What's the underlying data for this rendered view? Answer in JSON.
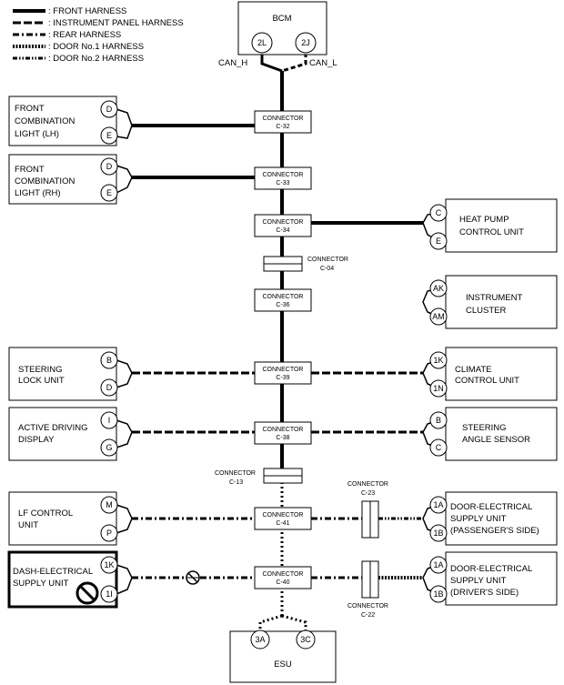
{
  "legend": [
    {
      "style": "front",
      "label": ": FRONT HARNESS"
    },
    {
      "style": "instrument",
      "label": ": INSTRUMENT PANEL HARNESS"
    },
    {
      "style": "rear",
      "label": ": REAR HARNESS"
    },
    {
      "style": "door1",
      "label": ": DOOR No.1 HARNESS"
    },
    {
      "style": "door2",
      "label": ": DOOR No.2 HARNESS"
    }
  ],
  "bcm": {
    "label": "BCM",
    "pin_h": "2L",
    "pin_l": "2J",
    "can_h": "CAN_H",
    "can_l": "CAN_L"
  },
  "esu": {
    "label": "ESU",
    "pin_a": "3A",
    "pin_b": "3C"
  },
  "connectors": [
    {
      "l1": "CONNECTOR",
      "l2": "C-32"
    },
    {
      "l1": "CONNECTOR",
      "l2": "C-33"
    },
    {
      "l1": "CONNECTOR",
      "l2": "C-34"
    },
    {
      "l1": "CONNECTOR",
      "l2": "C-04"
    },
    {
      "l1": "CONNECTOR",
      "l2": "C-36"
    },
    {
      "l1": "CONNECTOR",
      "l2": "C-39"
    },
    {
      "l1": "CONNECTOR",
      "l2": "C-38"
    },
    {
      "l1": "CONNECTOR",
      "l2": "C-13"
    },
    {
      "l1": "CONNECTOR",
      "l2": "C-41"
    },
    {
      "l1": "CONNECTOR",
      "l2": "C-40"
    },
    {
      "l1": "CONNECTOR",
      "l2": "C-23"
    },
    {
      "l1": "CONNECTOR",
      "l2": "C-22"
    }
  ],
  "left_units": [
    {
      "lines": [
        "FRONT",
        "COMBINATION",
        "LIGHT (LH)"
      ],
      "pins": [
        "D",
        "E"
      ]
    },
    {
      "lines": [
        "FRONT",
        "COMBINATION",
        "LIGHT (RH)"
      ],
      "pins": [
        "D",
        "E"
      ]
    },
    {
      "lines": [
        "STEERING",
        "LOCK UNIT"
      ],
      "pins": [
        "B",
        "D"
      ]
    },
    {
      "lines": [
        "ACTIVE DRIVING",
        "DISPLAY"
      ],
      "pins": [
        "I",
        "G"
      ]
    },
    {
      "lines": [
        "LF CONTROL",
        "UNIT"
      ],
      "pins": [
        "M",
        "P"
      ]
    },
    {
      "lines": [
        "DASH-ELECTRICAL",
        "SUPPLY UNIT"
      ],
      "pins": [
        "1K",
        "1I"
      ]
    }
  ],
  "right_units": [
    {
      "lines": [
        "HEAT PUMP",
        "CONTROL UNIT"
      ],
      "pins": [
        "C",
        "E"
      ]
    },
    {
      "lines": [
        "INSTRUMENT",
        "CLUSTER"
      ],
      "pins": [
        "AK",
        "AM"
      ]
    },
    {
      "lines": [
        "CLIMATE",
        "CONTROL UNIT"
      ],
      "pins": [
        "1K",
        "1N"
      ]
    },
    {
      "lines": [
        "STEERING",
        "ANGLE SENSOR"
      ],
      "pins": [
        "B",
        "C"
      ]
    },
    {
      "lines": [
        "DOOR-ELECTRICAL",
        "SUPPLY UNIT",
        "(PASSENGER'S SIDE)"
      ],
      "pins": [
        "1A",
        "1B"
      ]
    },
    {
      "lines": [
        "DOOR-ELECTRICAL",
        "SUPPLY UNIT",
        "(DRIVER'S SIDE)"
      ],
      "pins": [
        "1A",
        "1B"
      ]
    }
  ]
}
